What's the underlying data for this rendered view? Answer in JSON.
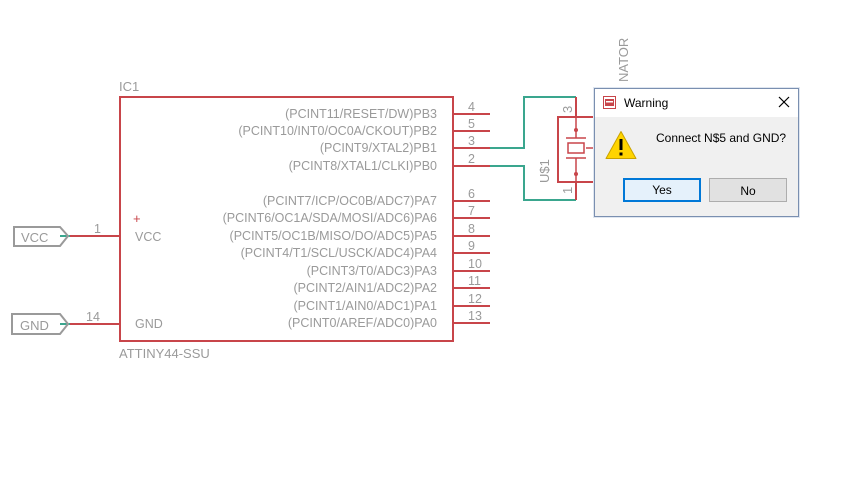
{
  "schematic": {
    "part_name": "IC1",
    "part_value": "ATTINY44-SSU",
    "resonator_label": "U$1",
    "resonator_value": "NATOR",
    "power_ports": [
      {
        "label": "VCC",
        "pin_num": "1",
        "pin_label": "VCC"
      },
      {
        "label": "GND",
        "pin_num": "14",
        "pin_label": "GND"
      }
    ],
    "right_pins": [
      {
        "num": "4",
        "label": "(PCINT11/RESET/DW)PB3"
      },
      {
        "num": "5",
        "label": "(PCINT10/INT0/OC0A/CKOUT)PB2"
      },
      {
        "num": "3",
        "label": "(PCINT9/XTAL2)PB1"
      },
      {
        "num": "2",
        "label": "(PCINT8/XTAL1/CLKI)PB0"
      },
      {
        "num": "6",
        "label": "(PCINT7/ICP/OC0B/ADC7)PA7"
      },
      {
        "num": "7",
        "label": "(PCINT6/OC1A/SDA/MOSI/ADC6)PA6"
      },
      {
        "num": "8",
        "label": "(PCINT5/OC1B/MISO/DO/ADC5)PA5"
      },
      {
        "num": "9",
        "label": "(PCINT4/T1/SCL/USCK/ADC4)PA4"
      },
      {
        "num": "10",
        "label": "(PCINT3/T0/ADC3)PA3"
      },
      {
        "num": "11",
        "label": "(PCINT2/AIN1/ADC2)PA2"
      },
      {
        "num": "12",
        "label": "(PCINT1/AIN0/ADC1)PA1"
      },
      {
        "num": "13",
        "label": "(PCINT0/AREF/ADC0)PA0"
      }
    ],
    "resonator_pins": [
      "3",
      "1"
    ],
    "plus_sign": "+",
    "colors": {
      "part_outline": "#c8454a",
      "net": "#3aa68e",
      "text": "#9a9a9a",
      "port": "#9a9a9a"
    }
  },
  "dialog": {
    "title": "Warning",
    "app_icon": "eagle-app-icon",
    "close_icon": "close-icon",
    "warn_icon": "warning-triangle-icon",
    "message": "Connect N$5 and GND?",
    "yes_label": "Yes",
    "no_label": "No"
  }
}
